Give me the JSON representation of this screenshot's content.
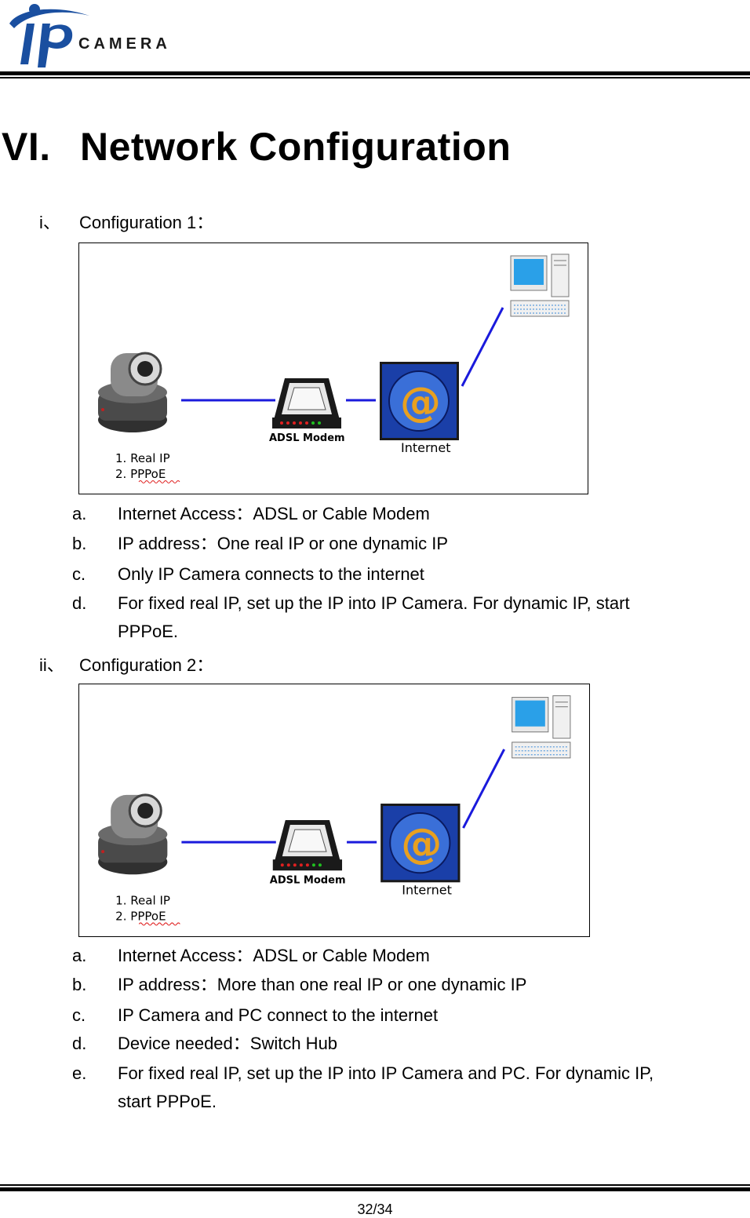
{
  "header": {
    "logo_text": "ip CAMERA"
  },
  "page_title": {
    "number": "VI.",
    "text": "Network Configuration"
  },
  "sections": [
    {
      "mark": "i、",
      "heading": "Configuration 1：",
      "figure": {
        "camera_labels": [
          "1.   Real IP",
          "2.   PPPoE"
        ],
        "modem_label": "ADSL Modem",
        "internet_label": "Internet"
      },
      "items": [
        {
          "letter": "a.",
          "text": "Internet Access：ADSL or Cable Modem"
        },
        {
          "letter": "b.",
          "text": "IP address：One real IP or one dynamic IP"
        },
        {
          "letter": "c.",
          "text": "Only IP Camera connects to the internet"
        },
        {
          "letter": "d.",
          "text": "For fixed real IP, set up the IP into IP Camera. For dynamic IP, start",
          "cont": "PPPoE."
        }
      ]
    },
    {
      "mark": "ii、",
      "heading": "Configuration 2：",
      "figure": {
        "camera_labels": [
          "1.   Real IP",
          "2.   PPPoE"
        ],
        "modem_label": "ADSL Modem",
        "internet_label": "Internet"
      },
      "items": [
        {
          "letter": "a.",
          "text": "Internet Access：ADSL or Cable Modem"
        },
        {
          "letter": "b.",
          "text": "IP address：More than one real IP or one dynamic IP"
        },
        {
          "letter": "c.",
          "text": "IP Camera and PC connect to the internet"
        },
        {
          "letter": "d.",
          "text": "Device needed：Switch Hub"
        },
        {
          "letter": "e.",
          "text": "For fixed real IP, set up the IP into IP Camera and PC. For dynamic IP,",
          "cont": "start PPPoE."
        }
      ]
    }
  ],
  "footer": {
    "page_number": "32/34"
  },
  "colors": {
    "logo_blue": "#1a4fa0",
    "link_line": "#1a1adc",
    "internet_box": "#1a3fa8",
    "at_symbol": "#e8a020",
    "camera_body": "#606060"
  }
}
